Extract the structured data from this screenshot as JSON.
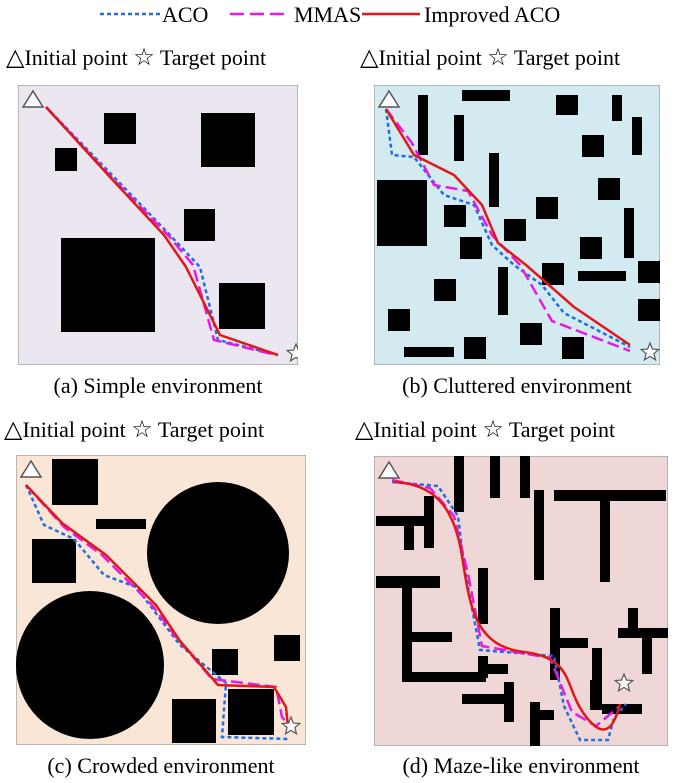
{
  "legend": {
    "aco": "ACO",
    "mmas": "MMAS",
    "improved": "Improved ACO",
    "colors": {
      "aco": "#1f6fe0",
      "mmas": "#e619e6",
      "improved": "#e01818"
    }
  },
  "markers": {
    "initial": "Initial point",
    "target": "Target point",
    "triangle_glyph": "△",
    "star_glyph": "☆"
  },
  "panels": [
    {
      "caption": "(a) Simple environment",
      "bg": "#ebe6f0"
    },
    {
      "caption": "(b) Cluttered environment",
      "bg": "#d3eaf0"
    },
    {
      "caption": "(c) Crowded environment",
      "bg": "#fae6d7"
    },
    {
      "caption": "(d) Maze-like environment",
      "bg": "#f0d7d7"
    }
  ]
}
